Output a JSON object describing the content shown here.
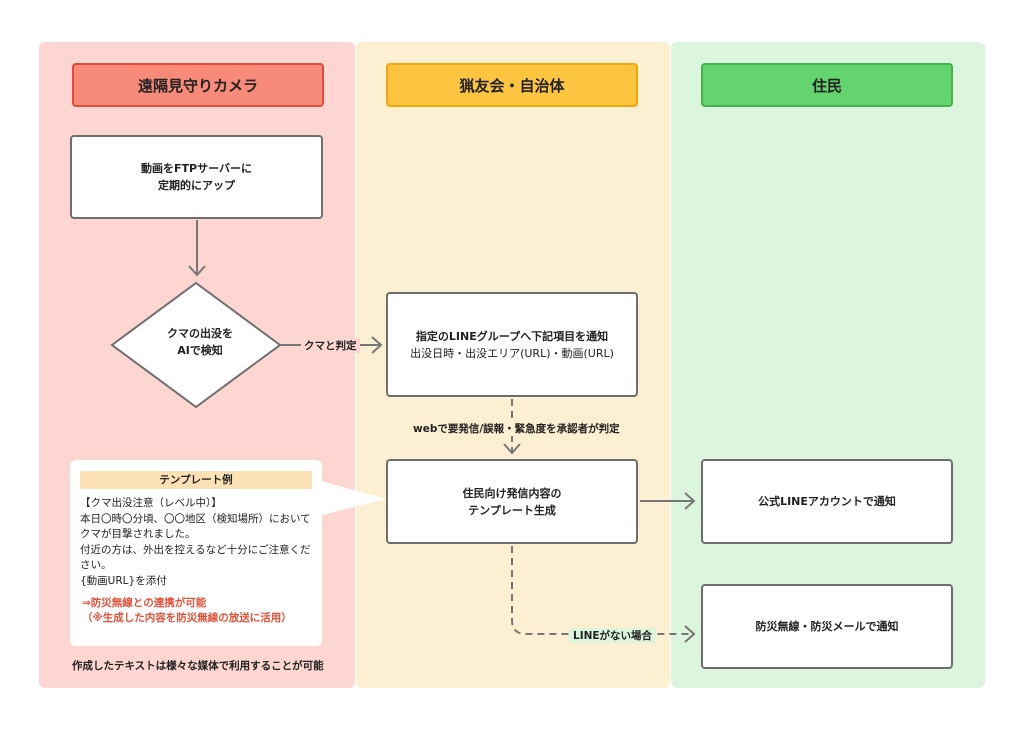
{
  "lanes": {
    "camera": {
      "title": "遠隔見守りカメラ",
      "color": "#fdd6d2",
      "header_color": "#f78a79"
    },
    "council": {
      "title": "猟友会・自治体",
      "color": "#fdefd1",
      "header_color": "#fdc43f"
    },
    "residents": {
      "title": "住民",
      "color": "#dcf5dd",
      "header_color": "#63d46e"
    }
  },
  "nodes": {
    "upload": {
      "line1": "動画をFTPサーバーに",
      "line2": "定期的にアップ"
    },
    "detect": {
      "line1": "クマの出没を",
      "line2": "AIで検知"
    },
    "notify": {
      "line1": "指定のLINEグループへ下記項目を通知",
      "line2": "出没日時・出没エリア(URL)・動画(URL)"
    },
    "template": {
      "line1": "住民向け発信内容の",
      "line2": "テンプレート生成"
    },
    "line_account": {
      "label": "公式LINEアカウントで通知"
    },
    "bousai": {
      "label": "防災無線・防災メールで通知"
    }
  },
  "edges": {
    "judge": "クマと判定",
    "approve": "webで要発信/誤報・緊急度を承認者が判定",
    "no_line": "LINEがない場合"
  },
  "template_example": {
    "heading": "テンプレート例",
    "lines": [
      "【クマ出没注意（レベル中）】",
      "本日〇時〇分頃、〇〇地区（検知場所）において",
      "クマが目撃されました。",
      "付近の方は、外出を控えるなど十分にご注意くだ",
      "さい。",
      "{動画URL}を添付"
    ],
    "note1": "⇒防災無線との連携が可能",
    "note2": "（※生成した内容を防災無線の放送に活用）"
  },
  "footnote": "作成したテキストは様々な媒体で利用することが可能"
}
